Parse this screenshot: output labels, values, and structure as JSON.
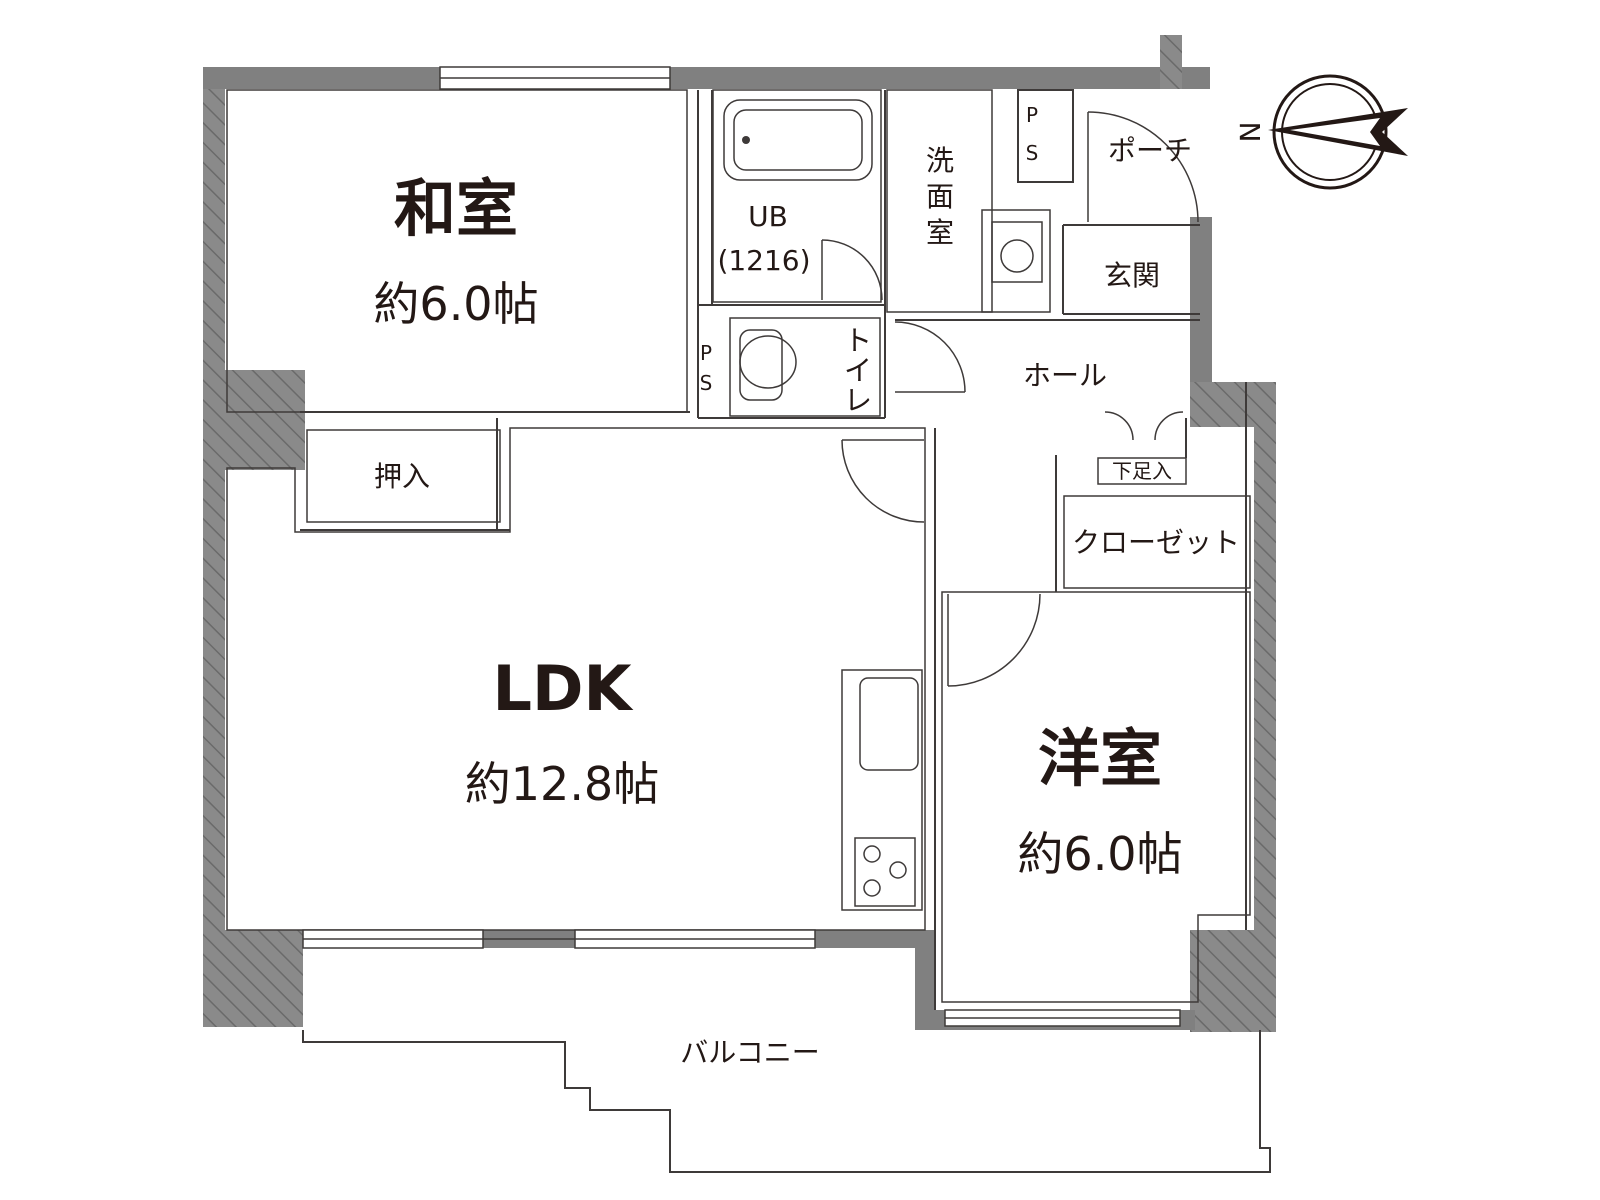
{
  "rooms": {
    "washitsu": {
      "name": "和室",
      "size": "約6.0帖"
    },
    "ldk": {
      "name": "LDK",
      "size": "約12.8帖"
    },
    "yoshitsu": {
      "name": "洋室",
      "size": "約6.0帖"
    },
    "oshiire": {
      "name": "押入"
    },
    "ub": {
      "name": "UB",
      "size": "(1216)"
    },
    "senmen": {
      "name": "洗面室"
    },
    "toilet": {
      "name": "トイレ"
    },
    "hall": {
      "name": "ホール"
    },
    "genkan": {
      "name": "玄関"
    },
    "porch": {
      "name": "ポーチ"
    },
    "closet": {
      "name": "クローゼット"
    },
    "getabako": {
      "name": "下足入"
    },
    "balcony": {
      "name": "バルコニー"
    },
    "ps_top": {
      "line1": "P",
      "line2": "S"
    },
    "ps_left": {
      "line1": "P",
      "line2": "S"
    }
  },
  "compass": {
    "label": "N"
  },
  "colors": {
    "washitsu": "#dcedd0",
    "ldk": "#fdedd8",
    "yoshitsu": "#fdfae6",
    "wet": "#dff0fc",
    "storage": "#d9ccb4",
    "wall": "#808080",
    "line": "#3e3a39"
  }
}
